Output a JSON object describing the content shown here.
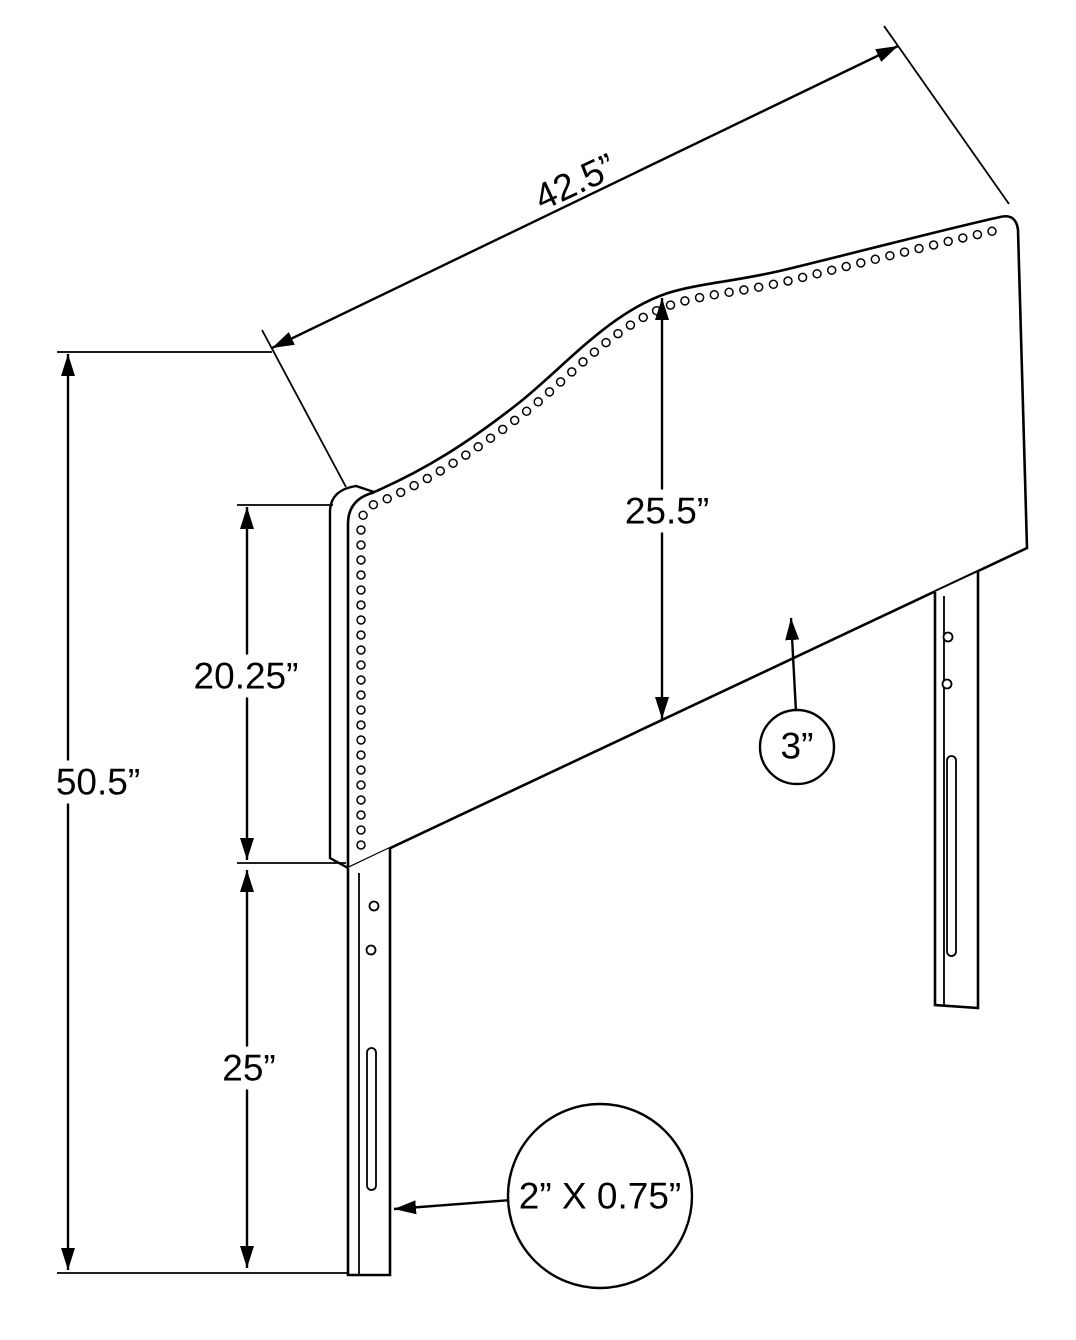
{
  "diagram": {
    "background_color": "#ffffff",
    "line_color": "#000000",
    "labels": {
      "top_width": "42.5”",
      "panel_height": "25.5”",
      "side_height": "20.25”",
      "total_height": "50.5”",
      "leg_height": "25”",
      "thickness": "3”",
      "leg_cross_section": "2” X 0.75”"
    }
  }
}
